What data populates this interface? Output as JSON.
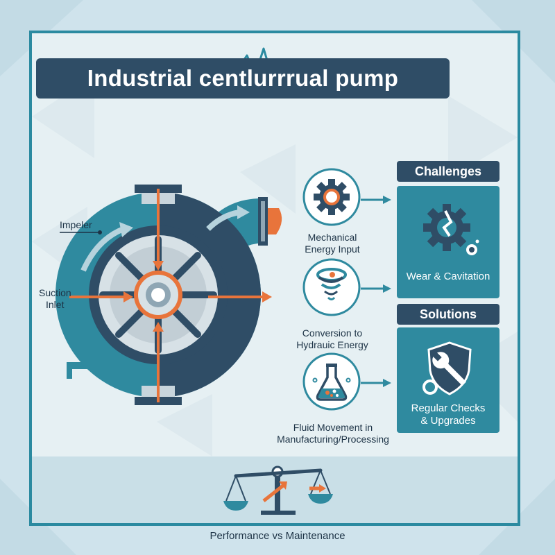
{
  "title": "Industrial centlurrrual pump",
  "labels": {
    "impeller": "Impeler",
    "suction_line1": "Suction",
    "suction_line2": "Inlet"
  },
  "steps": [
    {
      "line1": "Mechanical",
      "line2": "Energy Input",
      "icon": "gear-icon"
    },
    {
      "line1": "Conversion to",
      "line2": "Hydrauic Energy",
      "icon": "vortex-icon"
    },
    {
      "line1": "Fluid Movement in",
      "line2": "Manufacturing/Processing",
      "icon": "flask-icon"
    }
  ],
  "challenges": {
    "header": "Challenges",
    "text": "Wear & Cavitation",
    "icon": "broken-gear-icon"
  },
  "solutions": {
    "header": "Solutions",
    "line1": "Regular Checks",
    "line2": "& Upgrades",
    "icon": "shield-wrench-icon"
  },
  "footer": "Performance vs Maintenance",
  "colors": {
    "navy": "#2f4d66",
    "teal": "#2f8a9f",
    "orange": "#e8743b",
    "background": "#cfe3ec"
  }
}
